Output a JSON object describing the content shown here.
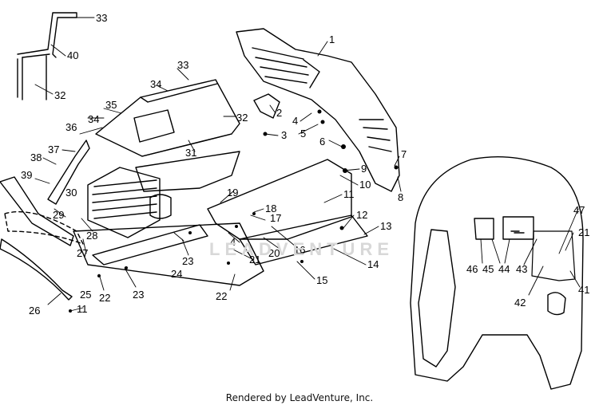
{
  "footer": "Rendered by LeadVenture, Inc.",
  "watermark": "LEADVENTURE",
  "callouts": [
    "1",
    "2",
    "3",
    "4",
    "5",
    "6",
    "7",
    "8",
    "9",
    "10",
    "11",
    "12",
    "13",
    "14",
    "15",
    "16",
    "17",
    "18",
    "19",
    "20",
    "21",
    "22",
    "23",
    "24",
    "25",
    "26",
    "27",
    "28",
    "29",
    "30",
    "31",
    "32",
    "33",
    "34",
    "35",
    "36",
    "37",
    "38",
    "39",
    "40",
    "41",
    "42",
    "43",
    "44",
    "45",
    "46",
    "47"
  ]
}
